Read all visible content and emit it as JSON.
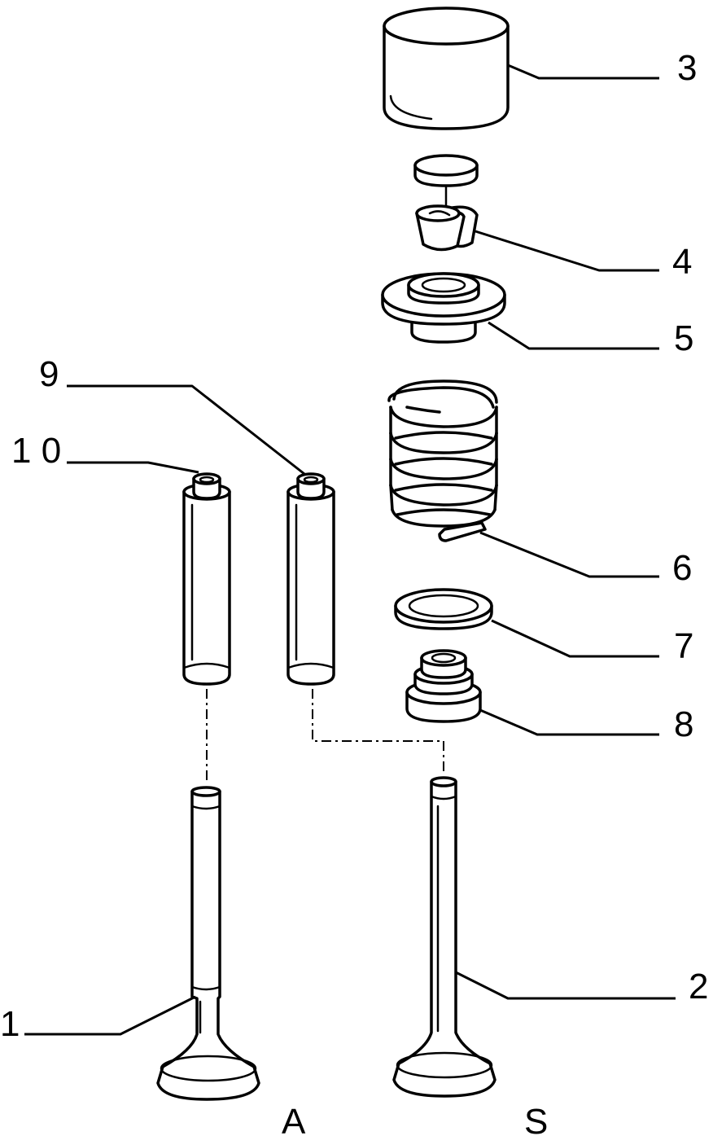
{
  "callouts": {
    "c1": "1",
    "c2": "2",
    "c3": "3",
    "c4": "4",
    "c5": "5",
    "c6": "6",
    "c7": "7",
    "c8": "8",
    "c9": "9",
    "c10": "1 0"
  },
  "side_labels": {
    "left": "A",
    "right": "S"
  }
}
